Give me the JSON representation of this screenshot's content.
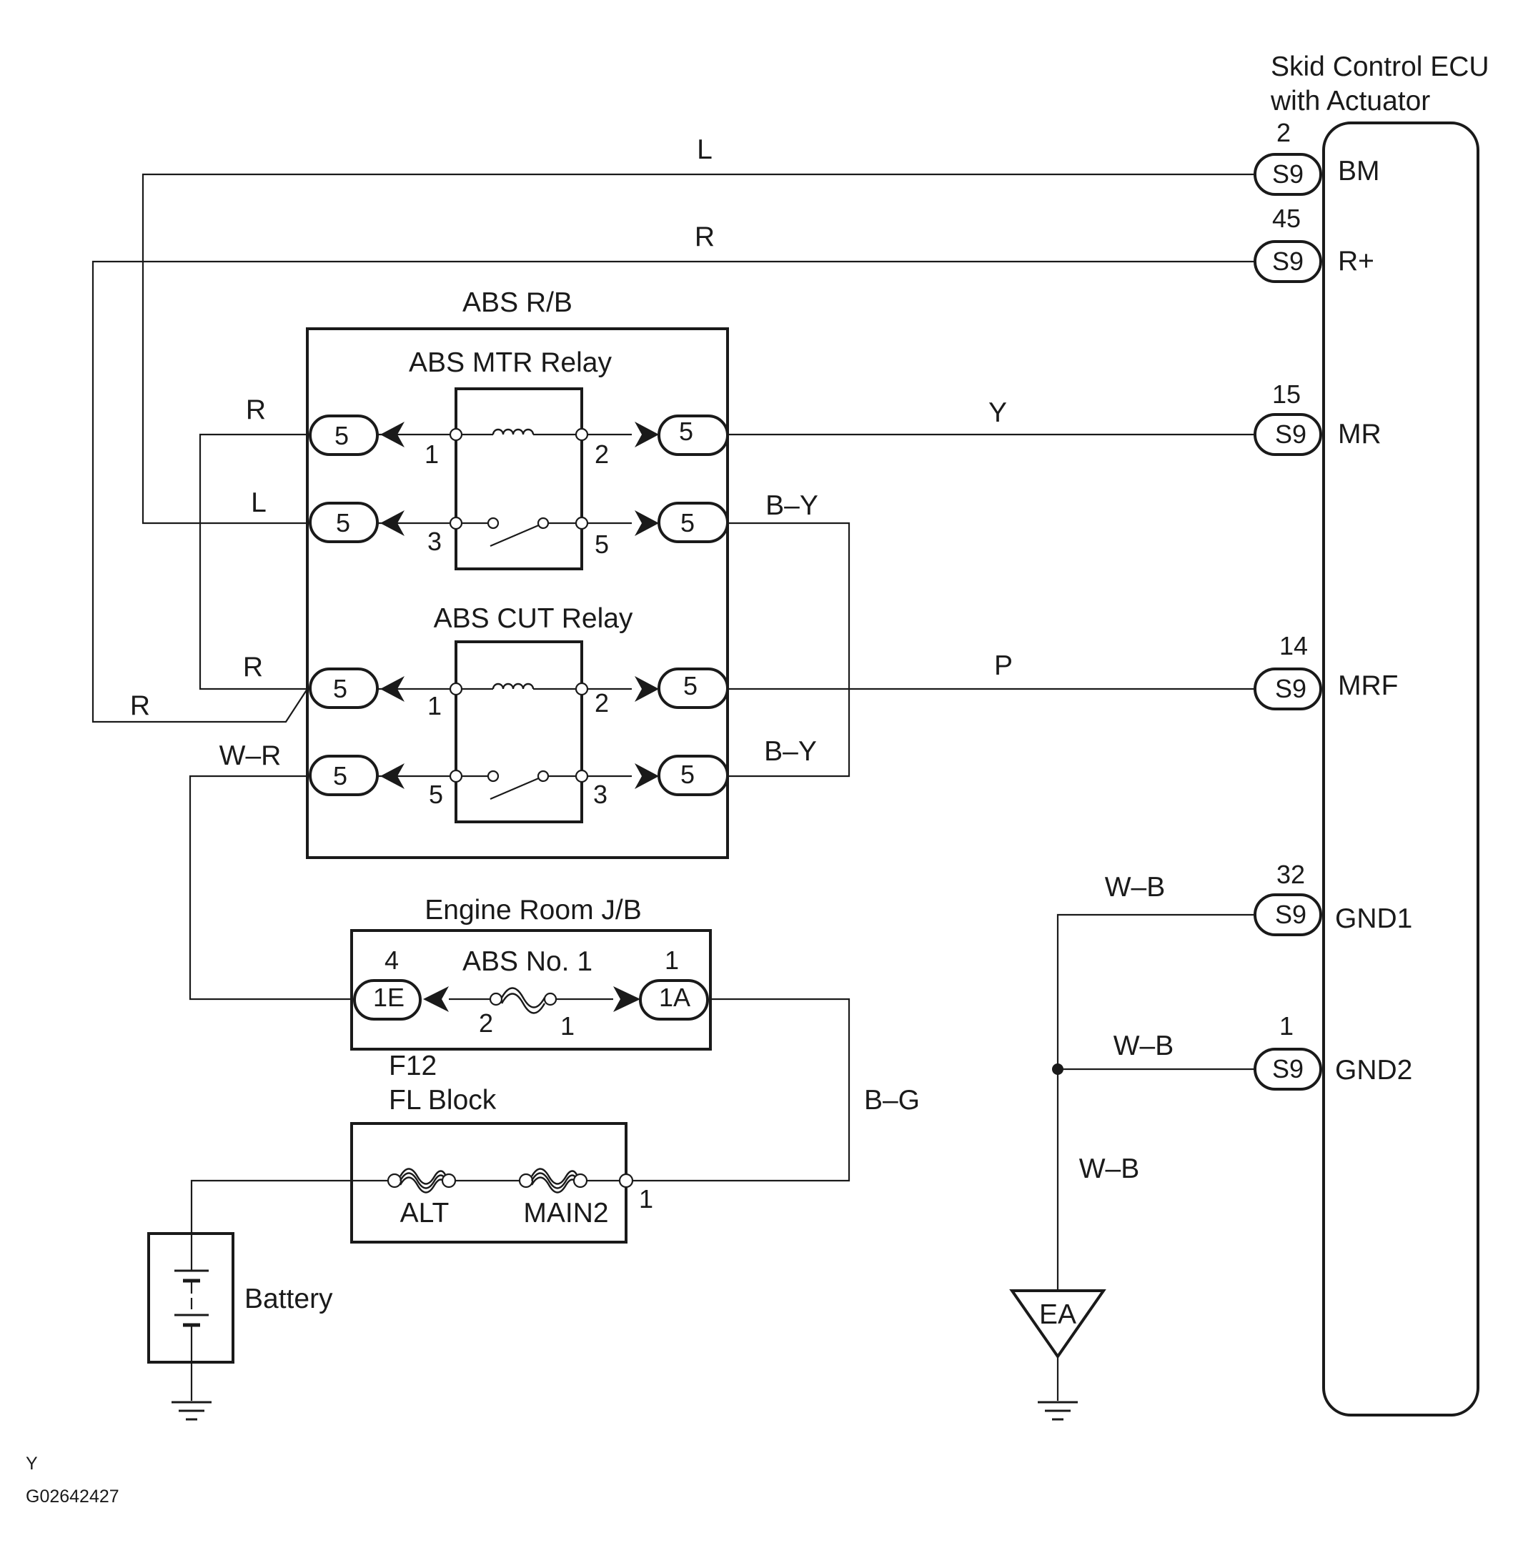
{
  "ecu": {
    "title_line1": "Skid Control ECU",
    "title_line2": "with Actuator",
    "connector": "S9",
    "pins": [
      {
        "num": "2",
        "name": "BM"
      },
      {
        "num": "45",
        "name": "R+"
      },
      {
        "num": "15",
        "name": "MR"
      },
      {
        "num": "14",
        "name": "MRF"
      },
      {
        "num": "32",
        "name": "GND1"
      },
      {
        "num": "1",
        "name": "GND2"
      }
    ]
  },
  "wires": {
    "bm": "L",
    "rplus": "R",
    "mr": "Y",
    "mrf": "P",
    "mtr_in_top": "R",
    "mtr_in_bottom": "L",
    "cut_in_top": "R",
    "outer_left": "R",
    "cut_in_bottom": "W–R",
    "mtr_out_bottom": "B–Y",
    "cut_out_bottom": "B–Y",
    "fuse_to_fl": "B–G",
    "gnd1": "W–B",
    "gnd2": "W–B",
    "ground_drop": "W–B"
  },
  "abs_rb": {
    "title": "ABS R/B",
    "connector": "5",
    "mtr_relay": {
      "title": "ABS MTR Relay",
      "pins": {
        "coil_left": "1",
        "coil_right": "2",
        "switch_left": "3",
        "switch_right": "5"
      }
    },
    "cut_relay": {
      "title": "ABS CUT Relay",
      "pins": {
        "coil_left": "1",
        "coil_right": "2",
        "switch_left": "5",
        "switch_right": "3"
      }
    }
  },
  "engine_room_jb": {
    "title": "Engine Room J/B",
    "fuse": "ABS No. 1",
    "left_connector": "1E",
    "right_connector": "1A",
    "left_pin": "4",
    "right_pin": "1",
    "fuse_pin_left": "2",
    "fuse_pin_right": "1"
  },
  "fl_block": {
    "code": "F12",
    "title": "FL Block",
    "fuse_left": "ALT",
    "fuse_right": "MAIN2",
    "pin": "1"
  },
  "battery": {
    "label": "Battery"
  },
  "ground_point": {
    "label": "EA"
  },
  "footer": {
    "code1": "Y",
    "code2": "G02642427"
  }
}
